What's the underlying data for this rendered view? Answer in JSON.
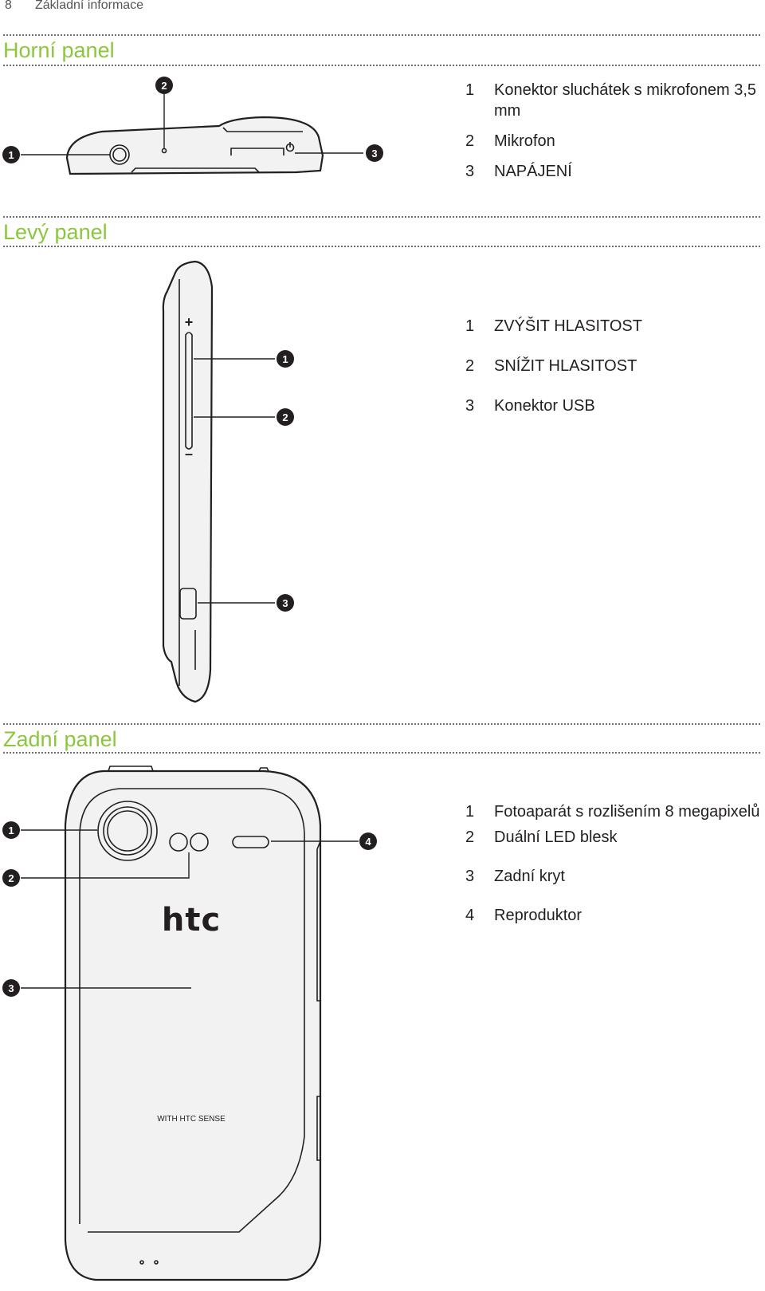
{
  "header": {
    "page_number": "8",
    "chapter": "Základní informace"
  },
  "sections": {
    "top": {
      "title": "Horní panel",
      "items": [
        {
          "num": "1",
          "text": "Konektor sluchátek s mikrofonem 3,5 mm"
        },
        {
          "num": "2",
          "text": "Mikrofon"
        },
        {
          "num": "3",
          "text": "NAPÁJENÍ"
        }
      ]
    },
    "left": {
      "title": "Levý panel",
      "items": [
        {
          "num": "1",
          "text": "ZVÝŠIT HLASITOST"
        },
        {
          "num": "2",
          "text": "SNÍŽIT HLASITOST"
        },
        {
          "num": "3",
          "text": "Konektor USB"
        }
      ]
    },
    "back": {
      "title": "Zadní panel",
      "items": [
        {
          "num": "1",
          "text": "Fotoaparát s rozlišením 8 megapixelů"
        },
        {
          "num": "2",
          "text": "Duální LED blesk"
        },
        {
          "num": "3",
          "text": "Zadní kryt"
        },
        {
          "num": "4",
          "text": "Reproduktor"
        }
      ]
    }
  },
  "callouts": {
    "c1": "1",
    "c2": "2",
    "c3": "3",
    "c4": "4"
  },
  "phone_marks": {
    "plus": "+",
    "minus": "–",
    "brand": "htc",
    "sense": "WITH HTC SENSE"
  },
  "colors": {
    "accent": "#8cc63f",
    "callout": "#231f20"
  }
}
